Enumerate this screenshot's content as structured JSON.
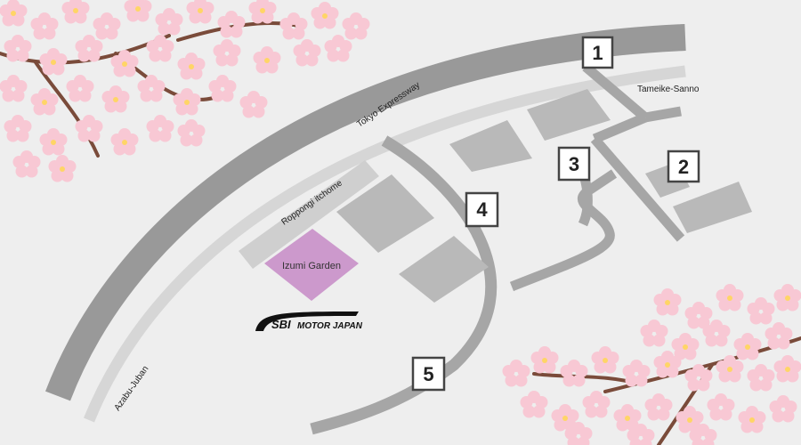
{
  "map": {
    "roads": {
      "expressway": "Tokyo Expressway",
      "station_1": "Tameike-Sanno",
      "station_2": "Roppongi itchome",
      "station_3": "Azabu-Juban"
    },
    "place": "Izumi Garden",
    "logo_text": {
      "mark": "SBI",
      "rest": "MOTOR JAPAN"
    },
    "markers": [
      "1",
      "2",
      "3",
      "4",
      "5"
    ],
    "colors": {
      "background": "#eeeeee",
      "expressway": "#999999",
      "street": "#a6a6a6",
      "rail": "#d6d6d6",
      "building": "#b9b9b9",
      "highlight": "#cc99cc",
      "marker_border": "#444444",
      "blossom": "#f8c8d4",
      "blossom_center": "#ffd566"
    }
  }
}
